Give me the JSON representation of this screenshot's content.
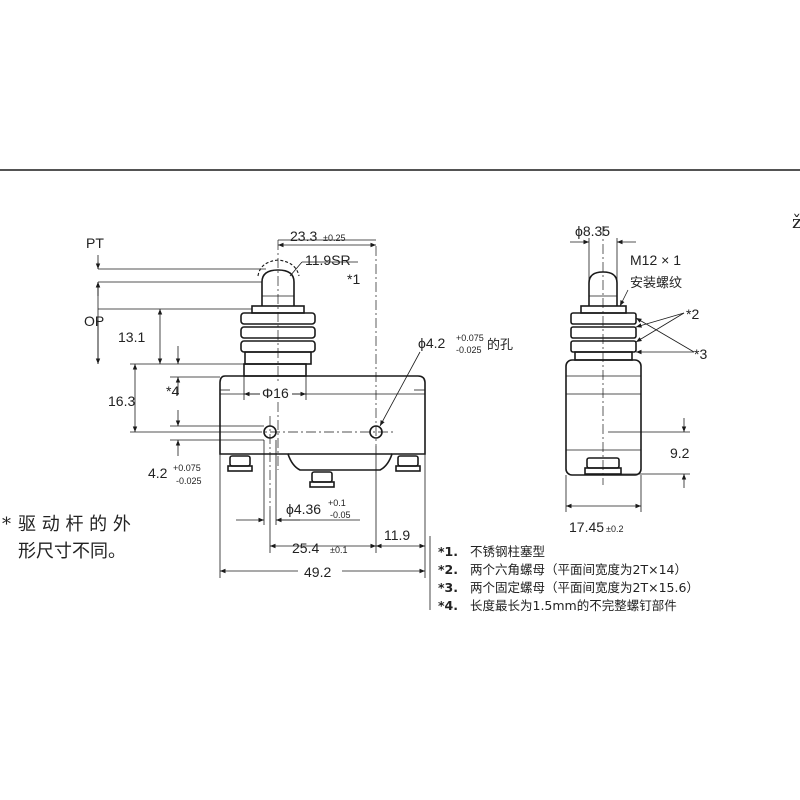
{
  "front_view": {
    "pt": "PT",
    "op": "OP",
    "w_23_3": "23.3",
    "w_23_3_tol": "±0.25",
    "sr": "11.9SR",
    "mark1": "*1",
    "h_13_1": "13.1",
    "h_16_3": "16.3",
    "mark4": "*4",
    "phi16": "Φ16",
    "hole_phi": "ϕ4.2",
    "hole_tol_upper": "+0.075",
    "hole_tol_lower": "-0.025",
    "hole_suffix": "的孔",
    "v_4_2": "4.2",
    "v_4_2_tol_upper": "+0.075",
    "v_4_2_tol_lower": "-0.025",
    "phi436": "ϕ4.36",
    "phi436_tol_upper": "+0.1",
    "phi436_tol_lower": "-0.05",
    "w_25_4": "25.4",
    "w_25_4_tol": "±0.1",
    "w_11_9": "11.9",
    "w_49_2": "49.2"
  },
  "side_view": {
    "phi835": "ϕ8.35",
    "thread": "M12 × 1",
    "thread_note": "安装螺纹",
    "mark2": "*2",
    "mark3": "*3",
    "h_9_2": "9.2",
    "w_17_45": "17.45",
    "w_17_45_tol": "±0.2"
  },
  "left_note": {
    "star": "*",
    "line1": "驱 动 杆 的 外",
    "line2": "形尺寸不同。"
  },
  "notes": [
    {
      "mark": "*1.",
      "text": "不锈钢柱塞型"
    },
    {
      "mark": "*2.",
      "text": "两个六角螺母（平面间宽度为2T×14）"
    },
    {
      "mark": "*3.",
      "text": "两个固定螺母（平面间宽度为2T×15.6）"
    },
    {
      "mark": "*4.",
      "text": "长度最长为1.5mm的不完整螺钉部件"
    }
  ],
  "corner_fragment": "ž"
}
